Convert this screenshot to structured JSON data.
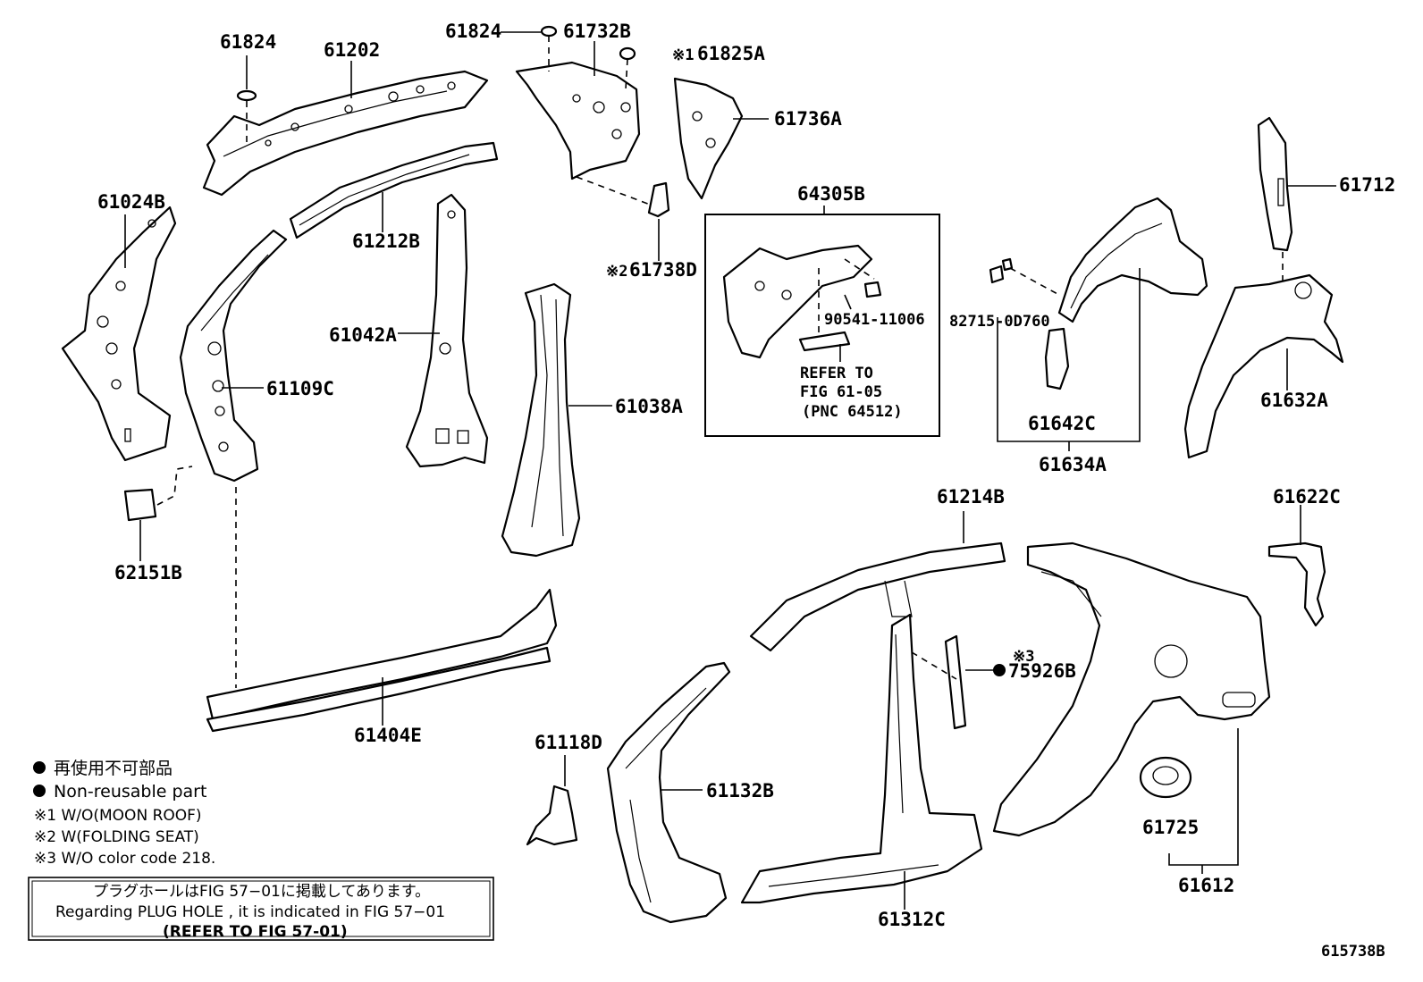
{
  "diagram_id": "615738B",
  "labels": {
    "p61824a": "61824",
    "p61202": "61202",
    "p61824b": "61824",
    "p61732B": "61732B",
    "p61825A": "61825A",
    "p61825A_mark": "※1",
    "p61736A": "61736A",
    "p61024B": "61024B",
    "p61212B": "61212B",
    "p61738D": "61738D",
    "p61738D_mark": "※2",
    "p64305B": "64305B",
    "p90541": "90541-11006",
    "refer_line1": "REFER TO",
    "refer_line2": "FIG 61-05",
    "refer_line3": "(PNC 64512)",
    "p61712": "61712",
    "p82715": "82715-0D760",
    "p61042A": "61042A",
    "p61109C": "61109C",
    "p61038A": "61038A",
    "p61642C": "61642C",
    "p61634A": "61634A",
    "p61632A": "61632A",
    "p62151B": "62151B",
    "p61214B": "61214B",
    "p61622C": "61622C",
    "p75926B": "75926B",
    "p75926B_mark": "※3",
    "p61404E": "61404E",
    "p61118D": "61118D",
    "p61132B": "61132B",
    "p61725": "61725",
    "p61312C": "61312C",
    "p61612": "61612"
  },
  "legend": {
    "bullet_jp": "再使用不可部品",
    "bullet_en": "Non-reusable part",
    "note1": "※1 W/O(MOON ROOF)",
    "note2": "※2 W(FOLDING SEAT)",
    "note3": "※3 W/O color code 218."
  },
  "plug_note": {
    "line_jp": "プラグホールはFIG 57−01に掲載してあります。",
    "line_en": "Regarding  PLUG  HOLE , it is indicated in  FIG  57−01",
    "line_ref": "(REFER  TO  FIG  57-01)"
  }
}
